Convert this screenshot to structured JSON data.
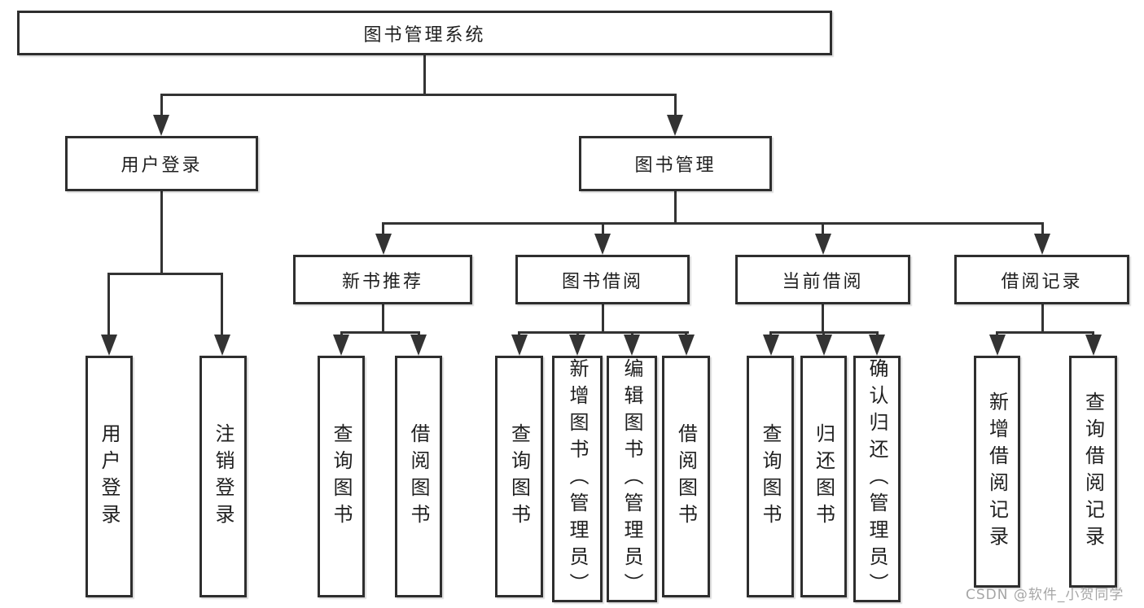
{
  "diagram": {
    "root": {
      "label": "图书管理系统"
    },
    "level2": [
      {
        "label": "用户登录",
        "parent": "图书管理系统"
      },
      {
        "label": "图书管理",
        "parent": "图书管理系统"
      }
    ],
    "level3": [
      {
        "label": "新书推荐",
        "parent": "图书管理"
      },
      {
        "label": "图书借阅",
        "parent": "图书管理"
      },
      {
        "label": "当前借阅",
        "parent": "图书管理"
      },
      {
        "label": "借阅记录",
        "parent": "图书管理"
      }
    ],
    "leaves": [
      {
        "label": "用户登录",
        "parent": "用户登录"
      },
      {
        "label": "注销登录",
        "parent": "用户登录"
      },
      {
        "label": "查询图书",
        "parent": "新书推荐"
      },
      {
        "label": "借阅图书",
        "parent": "新书推荐"
      },
      {
        "label": "查询图书",
        "parent": "图书借阅"
      },
      {
        "label": "新增图书（管理员）",
        "parent": "图书借阅"
      },
      {
        "label": "编辑图书（管理员）",
        "parent": "图书借阅"
      },
      {
        "label": "借阅图书",
        "parent": "图书借阅"
      },
      {
        "label": "查询图书",
        "parent": "当前借阅"
      },
      {
        "label": "归还图书",
        "parent": "当前借阅"
      },
      {
        "label": "确认归还（管理员）",
        "parent": "当前借阅"
      },
      {
        "label": "新增借阅记录",
        "parent": "借阅记录"
      },
      {
        "label": "查询借阅记录",
        "parent": "借阅记录"
      }
    ],
    "watermark": "CSDN @软件_小贺同学",
    "colors": {
      "line": "#333333",
      "box-border": "#2e2e2e",
      "text": "#1f1f1f",
      "background": "#ffffff",
      "watermark": "#a6a6a6"
    }
  }
}
